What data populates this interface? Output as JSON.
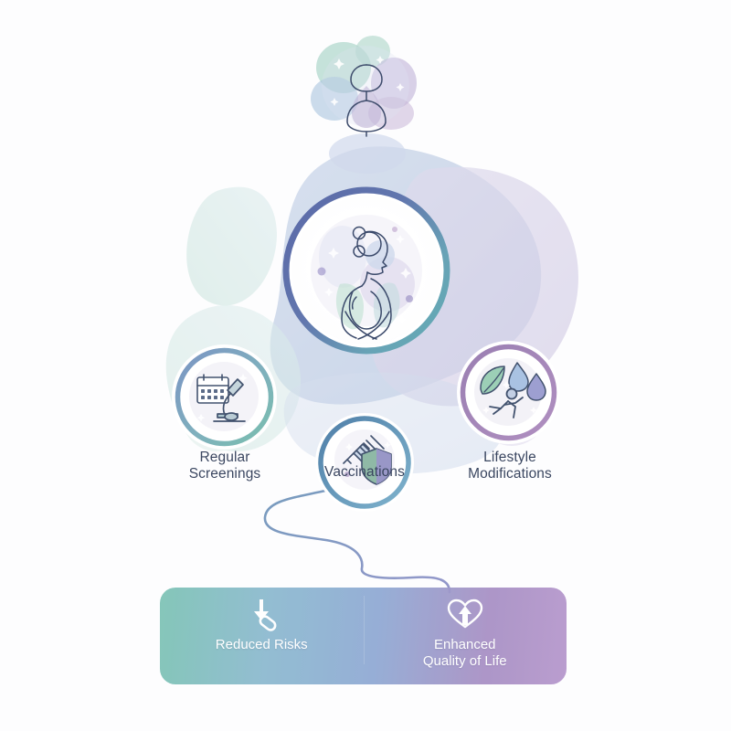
{
  "poster": {
    "background_color": "#fdfdfe",
    "text_color": "#3a4660"
  },
  "top_motif": {
    "name": "woman-figure-motif",
    "alt": "abstract woman silhouette over pastel blobs"
  },
  "hub": {
    "icon": "woman-line-art-icon",
    "ring_color_start": "#5b6aa8",
    "ring_color_end": "#63aab4"
  },
  "nodes": [
    {
      "id": "regular-screenings",
      "label": "Regular\nScreenings",
      "icon": "calendar-microscope-icon",
      "ring_color_start": "#7b94c4",
      "ring_color_end": "#79bfae"
    },
    {
      "id": "vaccinations",
      "label": "Vaccinations",
      "icon": "syringe-shield-icon",
      "ring_color_start": "#4f7fa8",
      "ring_color_end": "#7fb3cd"
    },
    {
      "id": "lifestyle-modifications",
      "label": "Lifestyle\nModifications",
      "icon": "leaf-droplet-runner-icon",
      "ring_color_start": "#9a7fb2",
      "ring_color_end": "#b08fc0"
    }
  ],
  "banner": {
    "gradient_start": "#7cc2b4",
    "gradient_mid": "#8fa9d3",
    "gradient_end": "#b596cc",
    "outcomes": [
      {
        "id": "reduced-risks",
        "label": "Reduced Risks",
        "icon": "down-arrow-pill-icon"
      },
      {
        "id": "enhanced-quality-of-life",
        "label": "Enhanced\nQuality of Life",
        "icon": "heart-up-arrow-icon"
      }
    ]
  },
  "connector": {
    "name": "curved-flow-connector",
    "color": "#7f93c4"
  }
}
